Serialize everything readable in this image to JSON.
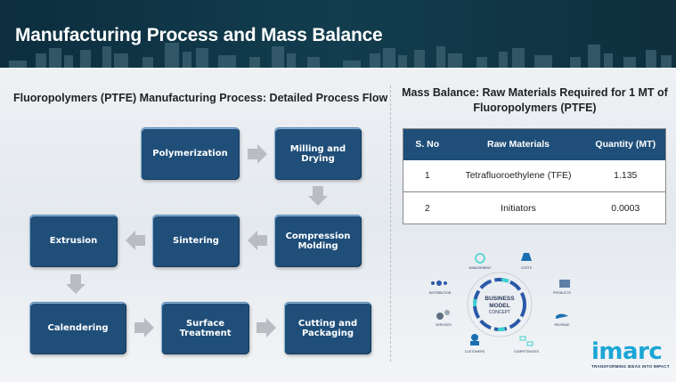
{
  "header": {
    "title": "Manufacturing Process and Mass Balance"
  },
  "process_flow": {
    "title": "Fluoropolymers (PTFE) Manufacturing Process: Detailed Process Flow",
    "steps": [
      "Polymerization",
      "Milling and Drying",
      "Compression Molding",
      "Sintering",
      "Extrusion",
      "Calendering",
      "Surface Treatment",
      "Cutting and Packaging"
    ]
  },
  "mass_balance": {
    "title": "Mass Balance: Raw Materials Required for 1 MT of Fluoropolymers (PTFE)",
    "columns": [
      "S. No",
      "Raw Materials",
      "Quantity (MT)"
    ],
    "rows": [
      [
        "1",
        "Tetrafluoroethylene (TFE)",
        "1.135"
      ],
      [
        "2",
        "Initiators",
        "0.0003"
      ]
    ]
  },
  "business_model": {
    "center": [
      "BUSINESS",
      "MODEL",
      "CONCEPT"
    ],
    "labels": [
      "MANAGEMENT",
      "COSTS",
      "DISTRIBUTION",
      "PRODUCTS",
      "SERVICES",
      "REVENUE",
      "CUSTOMERS",
      "COMPETENCIES"
    ]
  },
  "logo": {
    "name": "imarc",
    "tagline": "TRANSFORMING IDEAS INTO IMPACT"
  },
  "colors": {
    "box": "#1f4e79",
    "header": "#0f3444",
    "accent": "#1aa6d6"
  }
}
